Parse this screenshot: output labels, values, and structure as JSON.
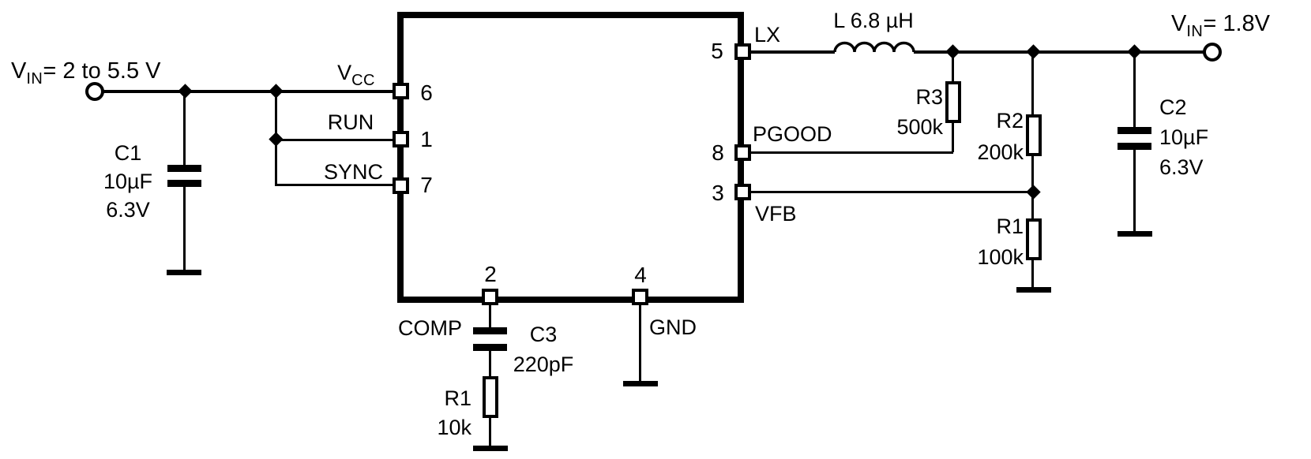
{
  "input": {
    "v": "V",
    "sub": "IN",
    "eq": "= 2 to 5.5 V"
  },
  "output": {
    "v": "V",
    "sub": "IN",
    "eq": "= 1.8V"
  },
  "ic": {
    "pins": {
      "vcc": {
        "num": "6",
        "label_v": "V",
        "label_sub": "CC"
      },
      "run": {
        "num": "1",
        "label": "RUN"
      },
      "sync": {
        "num": "7",
        "label": "SYNC"
      },
      "lx": {
        "num": "5",
        "label": "LX"
      },
      "pgood": {
        "num": "8",
        "label": "PGOOD"
      },
      "vfb": {
        "num": "3",
        "label": "VFB"
      },
      "comp": {
        "num": "2",
        "label": "COMP"
      },
      "gnd": {
        "num": "4",
        "label": "GND"
      }
    }
  },
  "components": {
    "c1": {
      "name": "C1",
      "value": "10µF",
      "rating": "6.3V"
    },
    "c2": {
      "name": "C2",
      "value": "10µF",
      "rating": "6.3V"
    },
    "c3": {
      "name": "C3",
      "value": "220pF"
    },
    "inductor": {
      "label": "L 6.8 µH"
    },
    "r3": {
      "name": "R3",
      "value": "500k"
    },
    "r2": {
      "name": "R2",
      "value": "200k"
    },
    "r1_fb": {
      "name": "R1",
      "value": "100k"
    },
    "r1_comp": {
      "name": "R1",
      "value": "10k"
    }
  },
  "colors": {
    "ink": "#000000",
    "background": "#ffffff"
  }
}
